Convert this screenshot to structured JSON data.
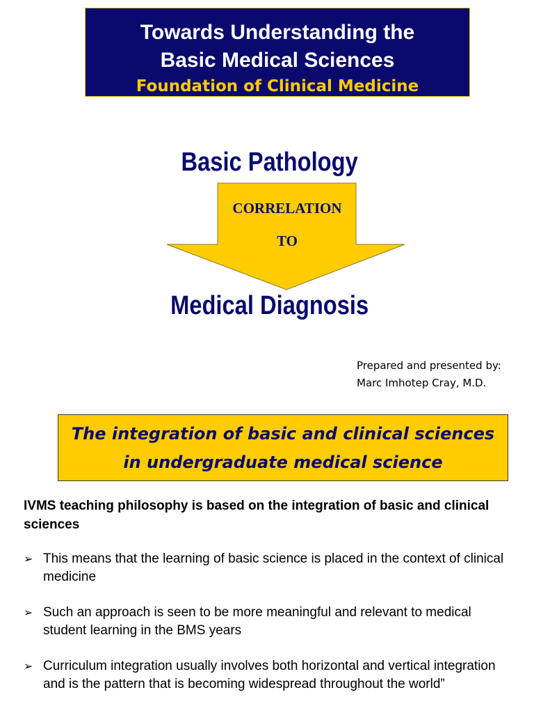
{
  "header": {
    "title_line1": "Towards Understanding the",
    "title_line2": "Basic Medical Sciences",
    "subtitle": "Foundation of Clinical Medicine"
  },
  "diagram": {
    "top_heading": "Basic Pathology",
    "arrow_line1": "CORRELATION",
    "arrow_line2": "TO",
    "bottom_heading": "Medical Diagnosis",
    "arrow_color": "#ffcc00",
    "heading_color": "#0a0a6e"
  },
  "credit": {
    "line1": "Prepared and presented by:",
    "line2": "Marc Imhotep Cray, M.D."
  },
  "integration_box": {
    "line1": "The integration of basic and clinical sciences",
    "line2": "in undergraduate medical science"
  },
  "philosophy_text": "IVMS teaching philosophy is based on the integration of basic and clinical sciences",
  "bullet_marker": "➢",
  "bullets": [
    "This means that the learning of basic science is placed in the context of clinical medicine",
    "Such an approach is seen to be more meaningful and relevant to medical student learning in the BMS years",
    "Curriculum integration usually involves both horizontal and vertical integration and is the pattern that is becoming widespread throughout the world”"
  ],
  "colors": {
    "navy": "#0a0a6e",
    "gold": "#ffcc00",
    "white": "#ffffff"
  }
}
